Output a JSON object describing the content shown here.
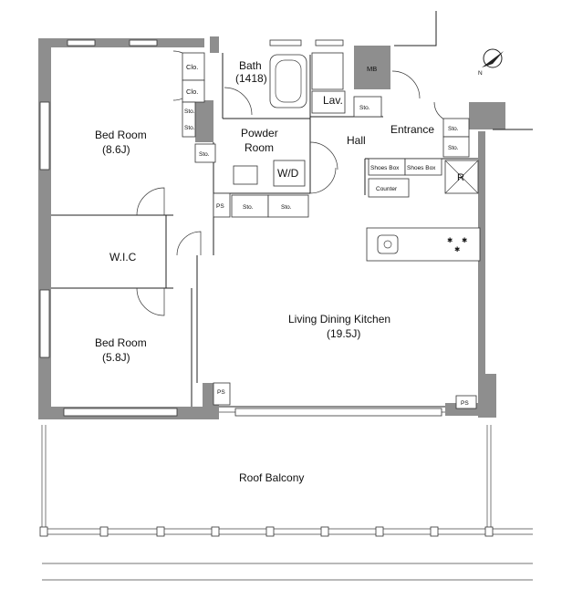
{
  "rooms": {
    "bed1": {
      "name": "Bed Room",
      "size": "(8.6J)"
    },
    "bed2": {
      "name": "Bed Room",
      "size": "(5.8J)"
    },
    "ldk": {
      "name": "Living Dining Kitchen",
      "size": "(19.5J)"
    },
    "wic": "W.I.C",
    "bath": {
      "name": "Bath",
      "size": "(1418)"
    },
    "powder": {
      "line1": "Powder",
      "line2": "Room"
    },
    "wd": "W/D",
    "lav": "Lav.",
    "hall": "Hall",
    "entrance": "Entrance",
    "balcony": "Roof Balcony"
  },
  "fixtures": {
    "clo1": "Clo.",
    "clo2": "Clo.",
    "sto_v1": "Sto.",
    "sto_v2": "Sto.",
    "sto_bed": "Sto.",
    "mb": "MB",
    "sto_lav": "Sto.",
    "sto_ent1": "Sto.",
    "sto_ent2": "Sto.",
    "shoes1": "Shoes Box",
    "shoes2": "Shoes Box",
    "counter": "Counter",
    "r": "R",
    "ps1": "PS",
    "ps2": "PS",
    "ps3": "PS",
    "sto_pw1": "Sto.",
    "sto_pw2": "Sto."
  },
  "compass": {
    "label": "N"
  }
}
